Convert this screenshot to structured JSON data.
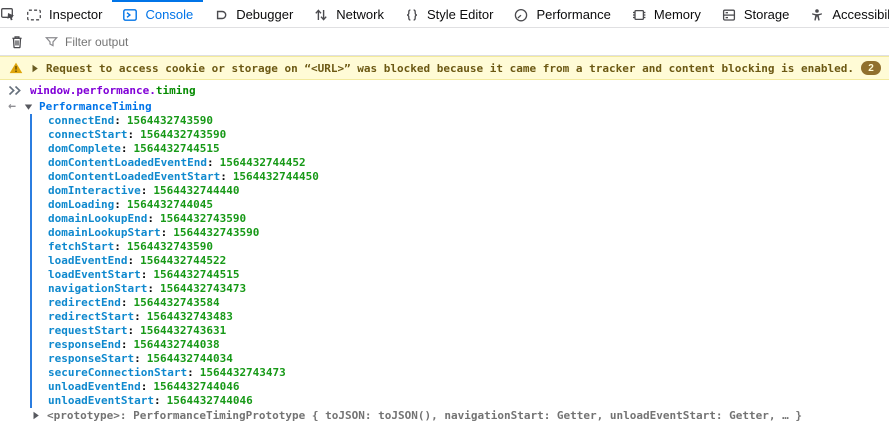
{
  "toolbar": {
    "pick_tooltip_icon": "pick-element-icon",
    "tabs": [
      {
        "label": "Inspector",
        "icon": "inspector-icon",
        "active": false
      },
      {
        "label": "Console",
        "icon": "console-icon",
        "active": true
      },
      {
        "label": "Debugger",
        "icon": "debugger-icon",
        "active": false
      },
      {
        "label": "Network",
        "icon": "network-icon",
        "active": false
      },
      {
        "label": "Style Editor",
        "icon": "style-editor-icon",
        "active": false
      },
      {
        "label": "Performance",
        "icon": "performance-icon",
        "active": false
      },
      {
        "label": "Memory",
        "icon": "memory-icon",
        "active": false
      },
      {
        "label": "Storage",
        "icon": "storage-icon",
        "active": false
      },
      {
        "label": "Accessibility",
        "icon": "accessibility-icon",
        "active": false
      }
    ],
    "overflow_icon": "chevron-left-icon"
  },
  "filter_bar": {
    "clear_icon": "trash-icon",
    "filter_icon": "funnel-icon",
    "placeholder": "Filter output"
  },
  "warning": {
    "icon": "warning-triangle-icon",
    "message": "Request to access cookie or storage on “<URL>” was blocked because it came from a tracker and content blocking is enabled.",
    "count": "2"
  },
  "console": {
    "prompt_icon": "double-chevron-prompt-icon",
    "input_object_part": "window.performance.",
    "input_property_part": "timing",
    "result_arrow": "←",
    "result_class": "PerformanceTiming",
    "colon": ":",
    "properties": [
      {
        "name": "connectEnd",
        "value": "1564432743590"
      },
      {
        "name": "connectStart",
        "value": "1564432743590"
      },
      {
        "name": "domComplete",
        "value": "1564432744515"
      },
      {
        "name": "domContentLoadedEventEnd",
        "value": "1564432744452"
      },
      {
        "name": "domContentLoadedEventStart",
        "value": "1564432744450"
      },
      {
        "name": "domInteractive",
        "value": "1564432744440"
      },
      {
        "name": "domLoading",
        "value": "1564432744045"
      },
      {
        "name": "domainLookupEnd",
        "value": "1564432743590"
      },
      {
        "name": "domainLookupStart",
        "value": "1564432743590"
      },
      {
        "name": "fetchStart",
        "value": "1564432743590"
      },
      {
        "name": "loadEventEnd",
        "value": "1564432744522"
      },
      {
        "name": "loadEventStart",
        "value": "1564432744515"
      },
      {
        "name": "navigationStart",
        "value": "1564432743473"
      },
      {
        "name": "redirectEnd",
        "value": "1564432743584"
      },
      {
        "name": "redirectStart",
        "value": "1564432743483"
      },
      {
        "name": "requestStart",
        "value": "1564432743631"
      },
      {
        "name": "responseEnd",
        "value": "1564432744038"
      },
      {
        "name": "responseStart",
        "value": "1564432744034"
      },
      {
        "name": "secureConnectionStart",
        "value": "1564432743473"
      },
      {
        "name": "unloadEventEnd",
        "value": "1564432744046"
      },
      {
        "name": "unloadEventStart",
        "value": "1564432744046"
      }
    ],
    "prototype_line": "<prototype>: PerformanceTimingPrototype { toJSON: toJSON(), navigationStart: Getter, unloadEventStart: Getter, … }"
  },
  "colors": {
    "accent_blue": "#0074e8",
    "property_blue": "#0f89ce",
    "value_green": "#179917",
    "input_purple": "#8000d7",
    "input_green": "#058b00",
    "warning_bg": "#fffbd6",
    "warning_text": "#6c5914",
    "badge_bg": "#90702d"
  }
}
